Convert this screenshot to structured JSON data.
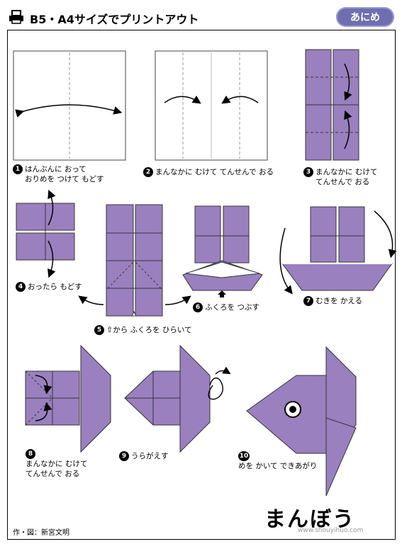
{
  "header": {
    "title": "B5・A4サイズでプリントアウト",
    "badge": "あにめ"
  },
  "steps": [
    {
      "num": "1",
      "lines": [
        "はんぶんに おって",
        "おりめを つけて もどす"
      ]
    },
    {
      "num": "2",
      "lines": [
        "まんなかに むけて てんせんで おる"
      ]
    },
    {
      "num": "3",
      "lines": [
        "まんなかに むけて",
        "てんせんで おる"
      ]
    },
    {
      "num": "4",
      "lines": [
        "おったら もどす"
      ]
    },
    {
      "num": "5",
      "lines": [
        "から ふくろを ひらいて"
      ]
    },
    {
      "num": "6",
      "lines": [
        "ふくろを つぶす"
      ]
    },
    {
      "num": "7",
      "lines": [
        "むきを かえる"
      ]
    },
    {
      "num": "8",
      "lines": [
        "まんなかに むけて",
        "てんせんで おる"
      ]
    },
    {
      "num": "9",
      "lines": [
        "うらがえす"
      ]
    },
    {
      "num": "10",
      "lines": [
        "めを かいて できあがり"
      ]
    }
  ],
  "result_title": "まんぼう",
  "credit": "作・図：新宮文明",
  "watermark": "www.shouyihuo.com",
  "colors": {
    "paper": "#9b80c0",
    "paper_dark": "#7c62a3",
    "badge": "#6f6fb0"
  }
}
